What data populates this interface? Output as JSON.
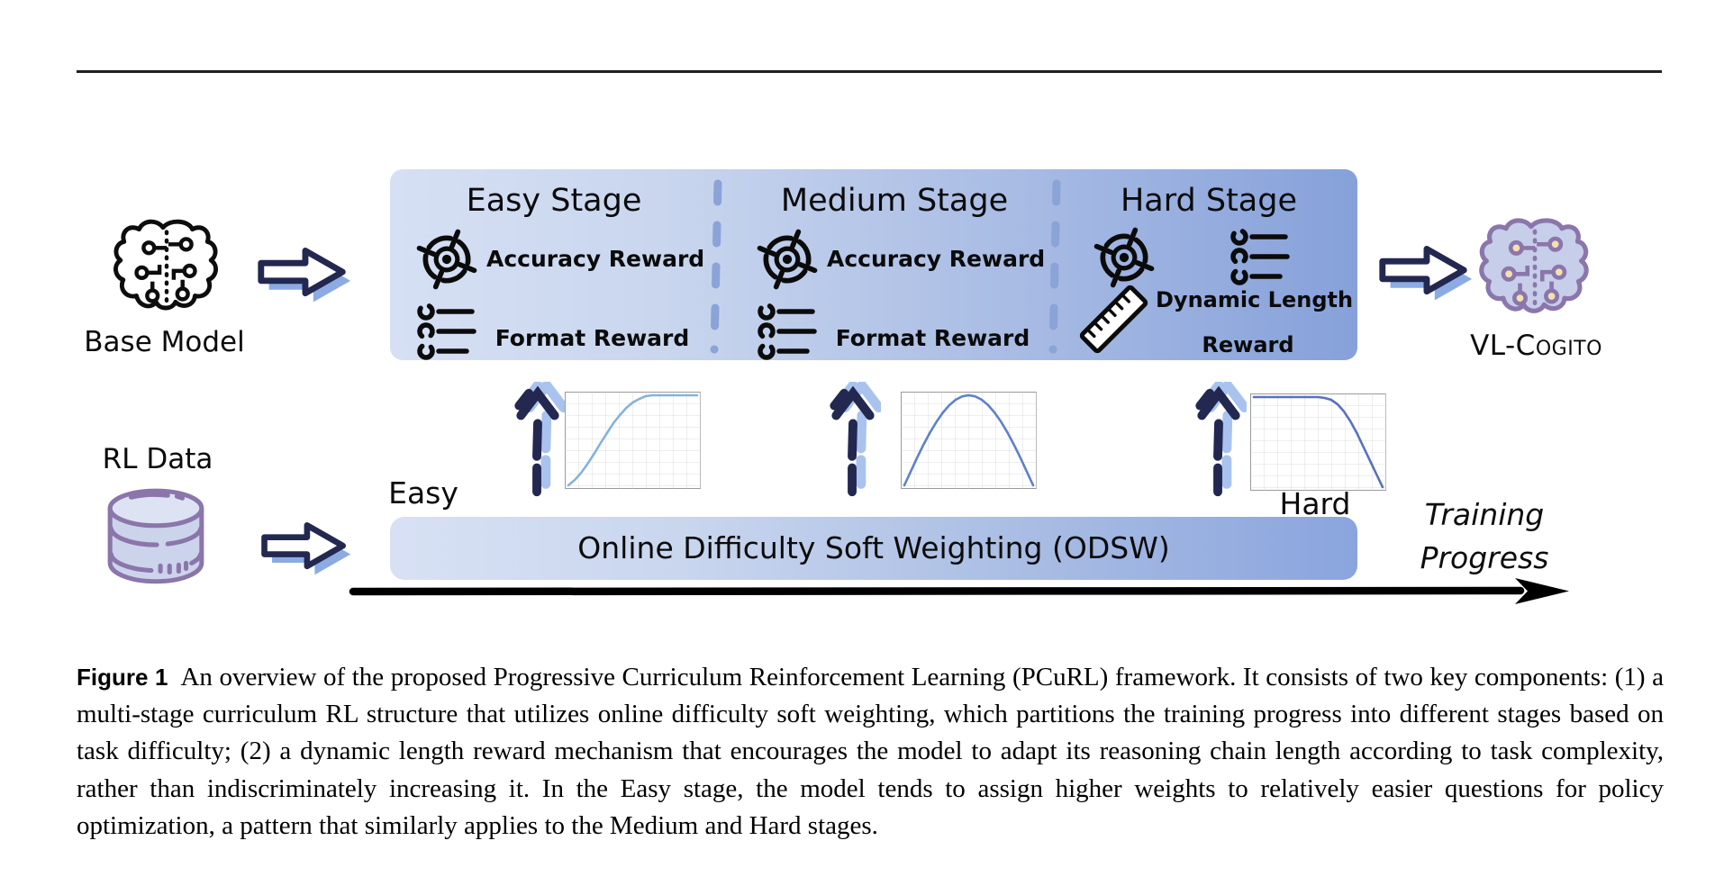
{
  "figure": {
    "label": "Figure 1",
    "caption": "An overview of the proposed Progressive Curriculum Reinforcement Learning (PCuRL) framework. It consists of two key components: (1) a multi-stage curriculum RL structure that utilizes online difficulty soft weighting, which partitions the training progress into different stages based on task difficulty; (2) a dynamic length reward mechanism that encourages the model to adapt its reasoning chain length according to task complexity, rather than indiscriminately increasing it. In the Easy stage, the model tends to assign higher weights to relatively easier questions for policy optimization, a pattern that similarly applies to the Medium and Hard stages."
  },
  "diagram": {
    "base_model_label": "Base Model",
    "rl_data_label": "RL Data",
    "output_model_label": "VL-Cogito",
    "stages": [
      {
        "title": "Easy Stage",
        "icons": [
          "target-icon",
          "checklist-icon"
        ],
        "rewards": [
          "Accuracy Reward",
          "Format Reward"
        ]
      },
      {
        "title": "Medium Stage",
        "icons": [
          "target-icon",
          "checklist-icon"
        ],
        "rewards": [
          "Accuracy Reward",
          "Format Reward"
        ]
      },
      {
        "title": "Hard Stage",
        "icons": [
          "target-icon",
          "checklist-icon",
          "ruler-icon"
        ],
        "rewards": [
          "Dynamic Length",
          "Reward"
        ]
      }
    ],
    "odsw_label": "Online Difficulty Soft Weighting (ODSW)",
    "axis_left_label": "Easy",
    "axis_right_label": "Hard",
    "axis_title_line1": "Training",
    "axis_title_line2": "Progress",
    "colors": {
      "stage_box_gradient_left": "#d6e0f4",
      "stage_box_gradient_right": "#86a1da",
      "arrow_navy": "#232850",
      "arrow_shadow_blue": "#8cabe2",
      "up_arrow_shadow": "#a9c3ee",
      "divider_dash": "#8aa4d8",
      "database_outline_purple": "#8b76ab",
      "database_fill": "#ccd4ec",
      "brain_purple_fill": "#c6cee9",
      "brain_node_cream": "#f2e2ae"
    }
  },
  "chart_data": [
    {
      "type": "line",
      "name": "easy-stage-weighting",
      "shape": "rises steeply then plateaus at maximum",
      "x_range": [
        0,
        1
      ],
      "y_range": [
        0,
        1
      ],
      "grid": true,
      "color": "#85b3da",
      "y": [
        0,
        0.06,
        0.14,
        0.24,
        0.35,
        0.47,
        0.58,
        0.69,
        0.78,
        0.86,
        0.92,
        0.96,
        0.99,
        1,
        1,
        1,
        1,
        1,
        1,
        1,
        1
      ]
    },
    {
      "type": "line",
      "name": "medium-stage-weighting",
      "shape": "bell curve peaking at mid training",
      "x_range": [
        0,
        1
      ],
      "y_range": [
        0,
        1
      ],
      "grid": true,
      "color": "#5e82c8",
      "y": [
        0,
        0.156,
        0.309,
        0.454,
        0.588,
        0.707,
        0.809,
        0.891,
        0.951,
        0.988,
        1,
        0.988,
        0.951,
        0.891,
        0.809,
        0.707,
        0.588,
        0.454,
        0.309,
        0.156,
        0
      ]
    },
    {
      "type": "line",
      "name": "hard-stage-weighting",
      "shape": "flat at maximum then falls steeply",
      "x_range": [
        0,
        1
      ],
      "y_range": [
        0,
        1
      ],
      "grid": true,
      "color": "#5872bf",
      "y": [
        1,
        1,
        1,
        1,
        1,
        1,
        1,
        1,
        1,
        1,
        1,
        0.99,
        0.97,
        0.92,
        0.84,
        0.73,
        0.6,
        0.45,
        0.3,
        0.15,
        0
      ]
    }
  ]
}
